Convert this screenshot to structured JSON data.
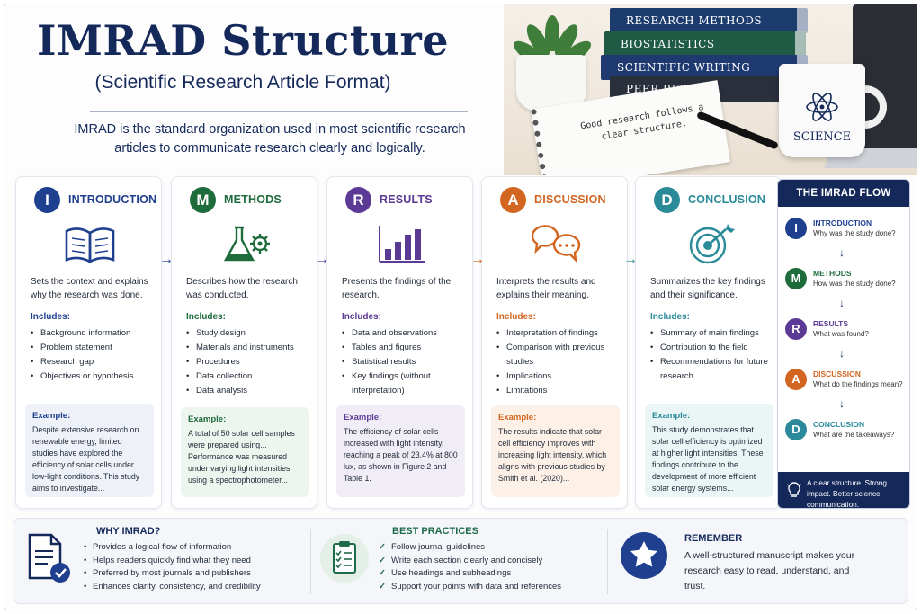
{
  "header": {
    "title": "IMRAD Structure",
    "subtitle": "(Scientific Research Article Format)",
    "intro": "IMRAD is the standard organization used in most scientific research articles to communicate research clearly and logically."
  },
  "photo": {
    "books": [
      "RESEARCH METHODS",
      "BIOSTATISTICS",
      "SCIENTIFIC WRITING",
      "PEER REVIEW"
    ],
    "notebook_text": "Good research follows a clear structure.",
    "mug_label": "SCIENCE"
  },
  "colors": {
    "navy": "#14295a",
    "introduction": "#1f3f8f",
    "methods": "#1e6b3c",
    "results": "#5a3a94",
    "discussion": "#d2651f",
    "conclusion": "#2a8a9a"
  },
  "sections": [
    {
      "letter": "I",
      "title": "INTRODUCTION",
      "icon": "open-book-icon",
      "description": "Sets the context and explains why the research was done.",
      "includes_label": "Includes:",
      "includes": [
        "Background information",
        "Problem statement",
        "Research gap",
        "Objectives or hypothesis"
      ],
      "example_label": "Example:",
      "example": "Despite extensive research on renewable energy, limited studies have explored the efficiency of solar cells under low-light conditions. This study aims to investigate..."
    },
    {
      "letter": "M",
      "title": "METHODS",
      "icon": "flask-gear-icon",
      "description": "Describes how the research was conducted.",
      "includes_label": "Includes:",
      "includes": [
        "Study design",
        "Materials and instruments",
        "Procedures",
        "Data collection",
        "Data analysis"
      ],
      "example_label": "Example:",
      "example": "A total of 50 solar cell samples were prepared using... Performance was measured under varying light intensities using a spectrophotometer..."
    },
    {
      "letter": "R",
      "title": "RESULTS",
      "icon": "bar-chart-icon",
      "description": "Presents the findings of the research.",
      "includes_label": "Includes:",
      "includes": [
        "Data and observations",
        "Tables and figures",
        "Statistical results",
        "Key findings (without interpretation)"
      ],
      "example_label": "Example:",
      "example": "The efficiency of solar cells increased with light intensity, reaching a peak of 23.4% at 800 lux, as shown in Figure 2 and Table 1."
    },
    {
      "letter": "A",
      "title": "DISCUSSION",
      "icon": "speech-bubbles-icon",
      "description": "Interprets the results and explains their meaning.",
      "includes_label": "Includes:",
      "includes": [
        "Interpretation of findings",
        "Comparison with previous studies",
        "Implications",
        "Limitations"
      ],
      "example_label": "Example:",
      "example": "The results indicate that solar cell efficiency improves with increasing light intensity, which aligns with previous studies by Smith et al. (2020)..."
    },
    {
      "letter": "D",
      "title": "CONCLUSION",
      "icon": "target-icon",
      "description": "Summarizes the key findings and their significance.",
      "includes_label": "Includes:",
      "includes": [
        "Summary of main findings",
        "Contribution to the field",
        "Recommendations for future research"
      ],
      "example_label": "Example:",
      "example": "This study demonstrates that solar cell efficiency is optimized at higher light intensities. These findings contribute to the development of more efficient solar energy systems..."
    }
  ],
  "flow": {
    "title": "THE IMRAD FLOW",
    "steps": [
      {
        "letter": "I",
        "name": "INTRODUCTION",
        "question": "Why was the study done?"
      },
      {
        "letter": "M",
        "name": "METHODS",
        "question": "How was the study done?"
      },
      {
        "letter": "R",
        "name": "RESULTS",
        "question": "What was found?"
      },
      {
        "letter": "A",
        "name": "DISCUSSION",
        "question": "What do the findings mean?"
      },
      {
        "letter": "D",
        "name": "CONCLUSION",
        "question": "What are the takeaways?"
      }
    ],
    "footer": "A clear structure. Strong impact. Better science communication."
  },
  "bottom": {
    "why": {
      "title": "WHY IMRAD?",
      "items": [
        "Provides a logical flow of information",
        "Helps readers quickly find what they need",
        "Preferred by most journals and publishers",
        "Enhances clarity, consistency, and credibility"
      ]
    },
    "best": {
      "title": "BEST PRACTICES",
      "items": [
        "Follow journal guidelines",
        "Write each section clearly and concisely",
        "Use headings and subheadings",
        "Support your points with data and references"
      ]
    },
    "remember": {
      "title": "REMEMBER",
      "text": "A well-structured manuscript makes your research easy to read, understand, and trust."
    }
  }
}
